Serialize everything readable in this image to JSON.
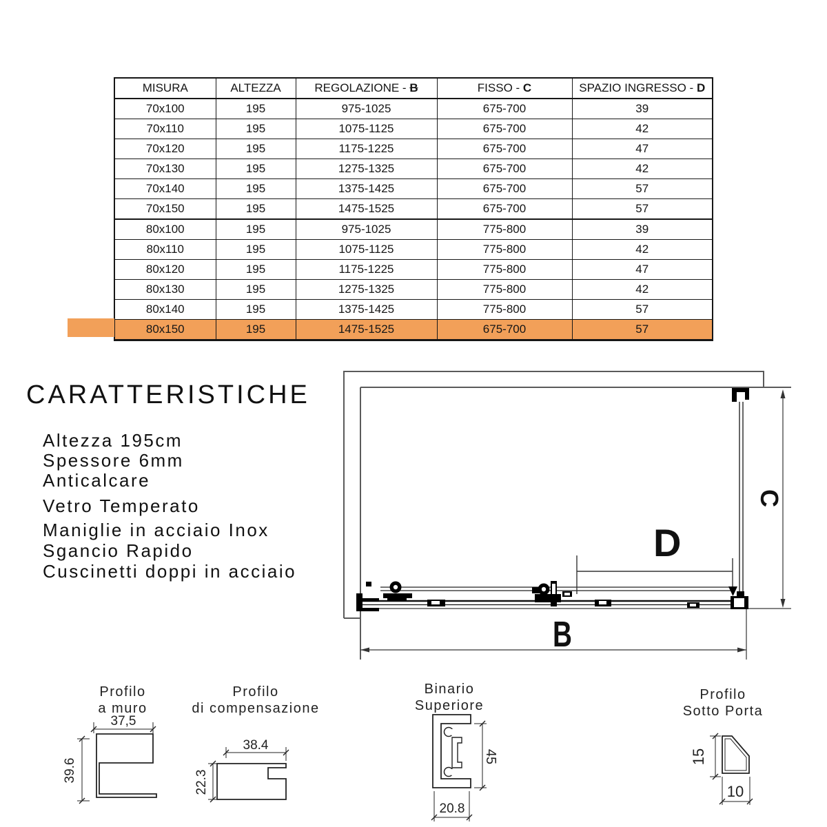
{
  "table": {
    "headers": [
      {
        "label": "MISURA",
        "suffix": "",
        "strike": false
      },
      {
        "label": "ALTEZZA",
        "suffix": "",
        "strike": false
      },
      {
        "label": "REGOLAZIONE - ",
        "suffix": "B",
        "strike": true
      },
      {
        "label": "FISSO - ",
        "suffix": "C",
        "strike": false
      },
      {
        "label": "SPAZIO INGRESSO - ",
        "suffix": "D",
        "strike": false
      }
    ],
    "rows": [
      [
        "70x100",
        "195",
        "975-1025",
        "675-700",
        "39"
      ],
      [
        "70x110",
        "195",
        "1075-1125",
        "675-700",
        "42"
      ],
      [
        "70x120",
        "195",
        "1175-1225",
        "675-700",
        "47"
      ],
      [
        "70x130",
        "195",
        "1275-1325",
        "675-700",
        "42"
      ],
      [
        "70x140",
        "195",
        "1375-1425",
        "675-700",
        "57"
      ],
      [
        "70x150",
        "195",
        "1475-1525",
        "675-700",
        "57"
      ],
      [
        "80x100",
        "195",
        "975-1025",
        "775-800",
        "39"
      ],
      [
        "80x110",
        "195",
        "1075-1125",
        "775-800",
        "42"
      ],
      [
        "80x120",
        "195",
        "1175-1225",
        "775-800",
        "47"
      ],
      [
        "80x130",
        "195",
        "1275-1325",
        "775-800",
        "42"
      ],
      [
        "80x140",
        "195",
        "1375-1425",
        "775-800",
        "57"
      ],
      [
        "80x150",
        "195",
        "1475-1525",
        "675-700",
        "57"
      ]
    ],
    "highlighted_row_index": 11,
    "highlight_color": "#F2A059"
  },
  "features": {
    "title": "CARATTERISTICHE",
    "items": [
      "Altezza 195cm",
      "Spessore 6mm",
      "Anticalcare",
      "Vetro Temperato",
      "Maniglie in acciaio Inox",
      "Sgancio Rapido",
      "Cuscinetti doppi in acciaio"
    ]
  },
  "diagram": {
    "width_label": "B",
    "fixed_label": "C",
    "entry_label": "D"
  },
  "profiles": [
    {
      "line1": "Profilo",
      "line2": "a muro",
      "dim_width": "37,5",
      "dim_height": "39.6"
    },
    {
      "line1": "Profilo",
      "line2": "di compensazione",
      "dim_width": "38.4",
      "dim_height": "22.3"
    },
    {
      "line1": "Binario",
      "line2": "Superiore",
      "dim_width": "20.8",
      "dim_height": "45"
    },
    {
      "line1": "Profilo",
      "line2": "Sotto Porta",
      "dim_width": "10",
      "dim_height": "15"
    }
  ]
}
